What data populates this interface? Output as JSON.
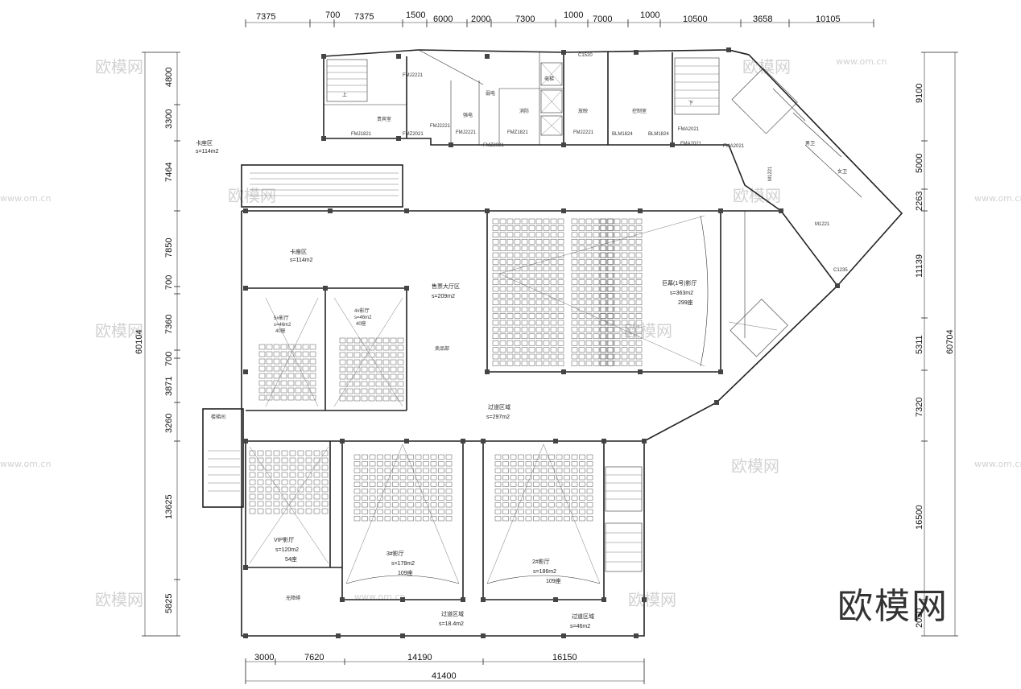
{
  "dims_top": [
    "7375",
    "700",
    "7375",
    "1500",
    "6000",
    "2000",
    "7300",
    "1000",
    "7000",
    "1000",
    "10500",
    "3658",
    "10105"
  ],
  "dims_bottom": [
    "3000",
    "7620",
    "14190",
    "16150"
  ],
  "dim_total_bottom": "41400",
  "dims_left": [
    "4800",
    "3300",
    "7464",
    "7850",
    "700",
    "7360",
    "700",
    "3871",
    "3260",
    "13625",
    "5825"
  ],
  "dim_total_left": "60104",
  "dims_right": [
    "9100",
    "5000",
    "2263",
    "11139",
    "5311",
    "7320",
    "16500",
    "2050"
  ],
  "dim_total_right": "60704",
  "rooms": {
    "area_left_upper": [
      "卡座区",
      "s=114m2"
    ],
    "area_left_mid": [
      "卡座区",
      "s=114m2"
    ],
    "lobby": [
      "售票大厅区",
      "s=209m2"
    ],
    "hall_1": [
      "巨幕(1号)影厅",
      "s=363m2",
      "299座"
    ],
    "hall_3": [
      "3#影厅",
      "s=178m2",
      "109座"
    ],
    "hall_2": [
      "2#影厅",
      "s=186m2",
      "109座"
    ],
    "vip": [
      "VIP影厅",
      "s=120m2",
      "54座"
    ],
    "transit": [
      "过道区域",
      "s=297m2"
    ],
    "transit_b1": [
      "过道区域",
      "s=18.4m2"
    ],
    "transit_b2": [
      "过道区域",
      "s=46m2"
    ],
    "hall_5": [
      "5#影厅",
      "s=46m2",
      "40座"
    ],
    "hall_4": [
      "4#影厅",
      "s=46m2",
      "40座"
    ]
  },
  "doors": [
    "FMJ1821",
    "FMZ2021",
    "FMJ2221",
    "FMJ2221",
    "FMJ2221",
    "FMZ1821",
    "FMJ2221",
    "BLM1824",
    "BLM1824",
    "FMA2021",
    "FMA2021",
    "FMA2021",
    "FMZ2021",
    "C1520",
    "C1235",
    "M1221",
    "M1221"
  ],
  "misc_labels": [
    "上",
    "下",
    "贵宾室",
    "控制室",
    "放映",
    "消防",
    "强电",
    "弱电",
    "楼梯间",
    "电梯",
    "男卫",
    "女卫",
    "无障碍",
    "卖品部"
  ],
  "watermark_text": "欧模网",
  "watermark_url": "www.om.cn"
}
